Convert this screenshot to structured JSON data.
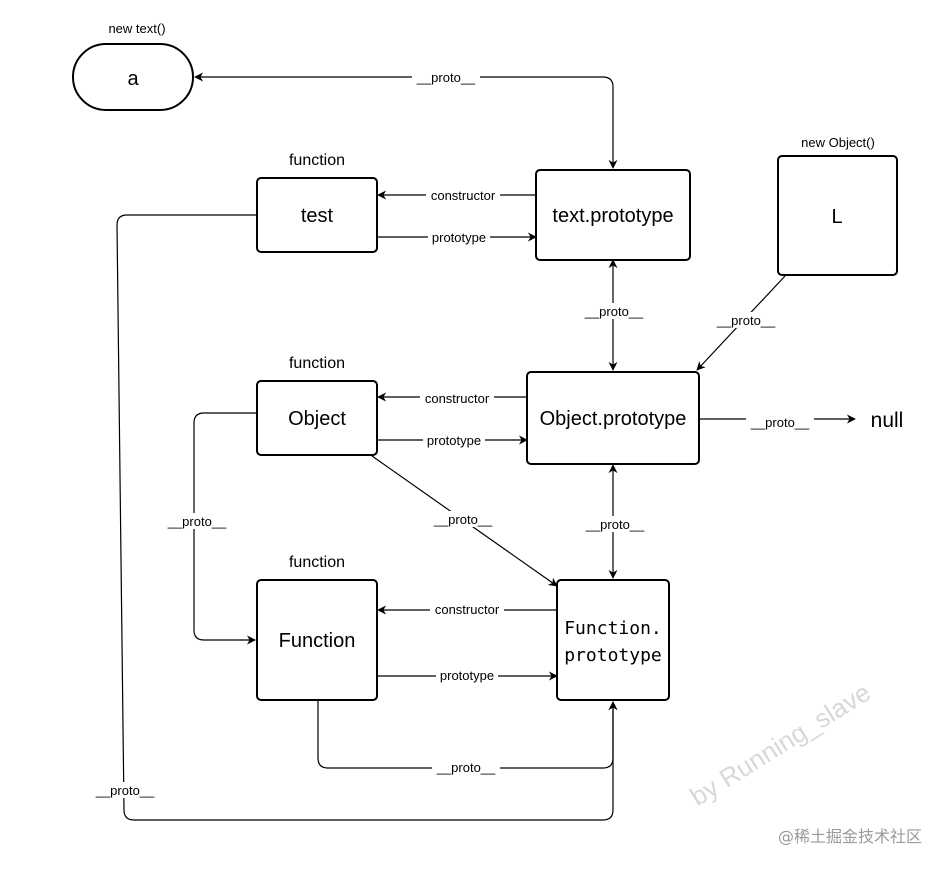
{
  "nodes": {
    "a": "a",
    "test": "test",
    "text_prototype": "text.prototype",
    "L": "L",
    "Object": "Object",
    "Object_prototype": "Object.prototype",
    "Function": "Function",
    "Function_prototype_line1": "Function.",
    "Function_prototype_line2": "prototype",
    "null": "null"
  },
  "captions": {
    "new_text": "new text()",
    "new_object": "new Object()",
    "function_test": "function",
    "function_object": "function",
    "function_function": "function"
  },
  "edge_labels": {
    "proto": "__proto__",
    "constructor": "constructor",
    "prototype": "prototype"
  },
  "watermark": "by Running_slave",
  "footer": "@稀土掘金技术社区"
}
